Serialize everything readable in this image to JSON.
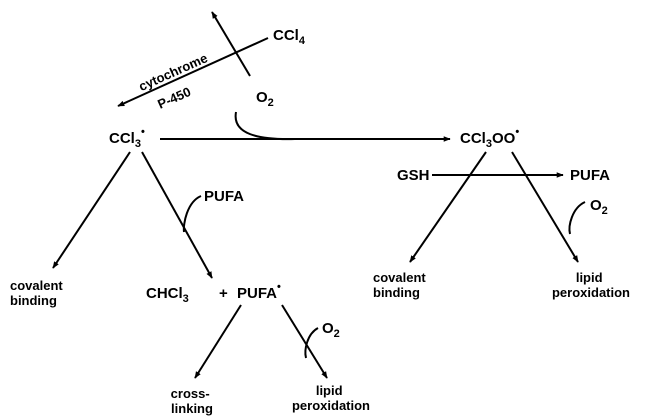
{
  "diagram": {
    "nodes": {
      "ccl4": {
        "base": "CCl",
        "sub": "4",
        "sup": ""
      },
      "ccl3_radical": {
        "base": "CCl",
        "sub": "3",
        "sup": "•"
      },
      "ccl3oo_radical": {
        "base": "CCl",
        "sub": "3",
        "tail": "OO",
        "sup": "•"
      },
      "chcl3": {
        "base": "CHCl",
        "sub": "3"
      },
      "plus": "+",
      "pufa_radical": {
        "base": "PUFA",
        "sup": "•"
      },
      "covalent_binding_left": [
        "covalent",
        "binding"
      ],
      "covalent_binding_right": [
        "covalent",
        "binding"
      ],
      "cross_linking": [
        "cross-",
        "linking"
      ],
      "lipid_peroxidation_bottom": [
        "lipid",
        "peroxidation"
      ],
      "lipid_peroxidation_right": [
        "lipid",
        "peroxidation"
      ]
    },
    "reactants": {
      "o2_top": {
        "base": "O",
        "sub": "2"
      },
      "o2_pufa_radical": {
        "base": "O",
        "sub": "2"
      },
      "o2_right": {
        "base": "O",
        "sub": "2"
      },
      "pufa_left": "PUFA",
      "pufa_right": "PUFA",
      "gsh": "GSH"
    },
    "enzyme": {
      "line1": "cytochrome",
      "line2": "P-450"
    }
  }
}
